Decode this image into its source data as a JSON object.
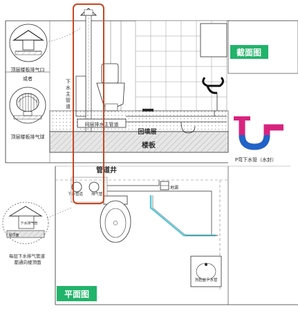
{
  "colors": {
    "line": "#2b2b2b",
    "thin": "#7a7a7a",
    "hatch": "#b8b8b8",
    "floor_fill": "#e6e6e6",
    "highlight": "#c8461e",
    "label_green_bg": "#21b36a",
    "label_green_text": "#ffffff",
    "pipe_cyan": "#5ac8d8",
    "ptrap_magenta": "#d8237e",
    "ptrap_blue": "#1f64c8",
    "sink_black": "#111111"
  },
  "section": {
    "title": "截面图",
    "roof_vent_cap_label": "顶层楼板排气口",
    "or_label": "或者",
    "vent_ball_label": "顶层楼板排气球",
    "drain_main_label": "下水主管道",
    "same_floor_pipe_label": "同层排水主管道",
    "fill_layer_label": "回填层",
    "slab_label": "楼板",
    "ptrap_caption": "P弯下水管（水封）"
  },
  "plan": {
    "title": "平面图",
    "shaft_label": "管道井",
    "drain_pipe_label": "下水管道",
    "vent_pipe_label": "排气管",
    "floor_drain_label": "地漏",
    "basin_drain_label": "洗脸盆下水管",
    "roof_label": "屋顶面",
    "side_label": "下水排气管",
    "note": "每层下水排气管道都通向楼顶面"
  }
}
